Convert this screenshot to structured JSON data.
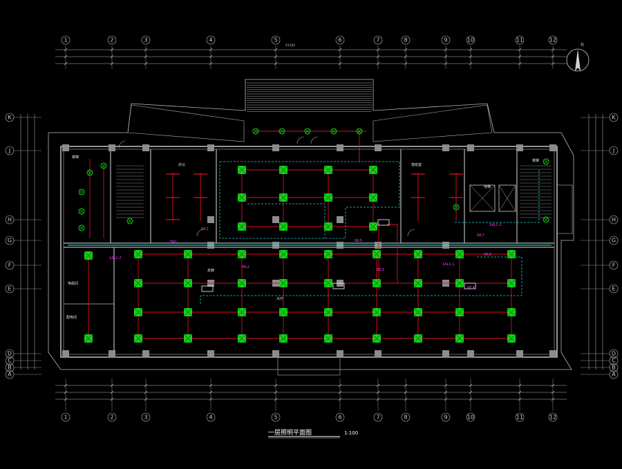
{
  "drawing": {
    "title": "一层照明平面图",
    "scale": "1:100",
    "overall_dimension": "45300",
    "north_label": "北"
  },
  "grid_columns": [
    "1",
    "2",
    "3",
    "4",
    "5",
    "6",
    "7",
    "8",
    "9",
    "10",
    "11",
    "12"
  ],
  "grid_rows": [
    "K",
    "J",
    "H",
    "G",
    "F",
    "E",
    "D",
    "C",
    "B",
    "A"
  ],
  "room_labels": {
    "stair_left": "楼梯",
    "stair_right": "楼梯",
    "office_left": "办公",
    "office_right": "值班室",
    "hall": "大厅",
    "equipment": "配电间",
    "electric_room": "电缆间",
    "elevator": "电梯",
    "corridor": "走廊"
  },
  "circuit_labels": [
    "WL1",
    "WL2",
    "WL3",
    "WL4",
    "WL5",
    "WL6",
    "WL7",
    "ZM1",
    "1AL1-2",
    "1AL1-1",
    "1AL1-3"
  ],
  "colors": {
    "background": "#000000",
    "wall": "#b8b8b8",
    "circuit": "#e0102a",
    "emergency": "#18d6d6",
    "fixture": "#14d11a",
    "annotation": "#ff3cff",
    "dimension": "#bdbdbd",
    "column": "#8c8c8c"
  },
  "icons": [
    "north-arrow-icon",
    "light-fixture-icon",
    "wall-lamp-icon",
    "door-swing-icon",
    "distribution-box-icon"
  ]
}
